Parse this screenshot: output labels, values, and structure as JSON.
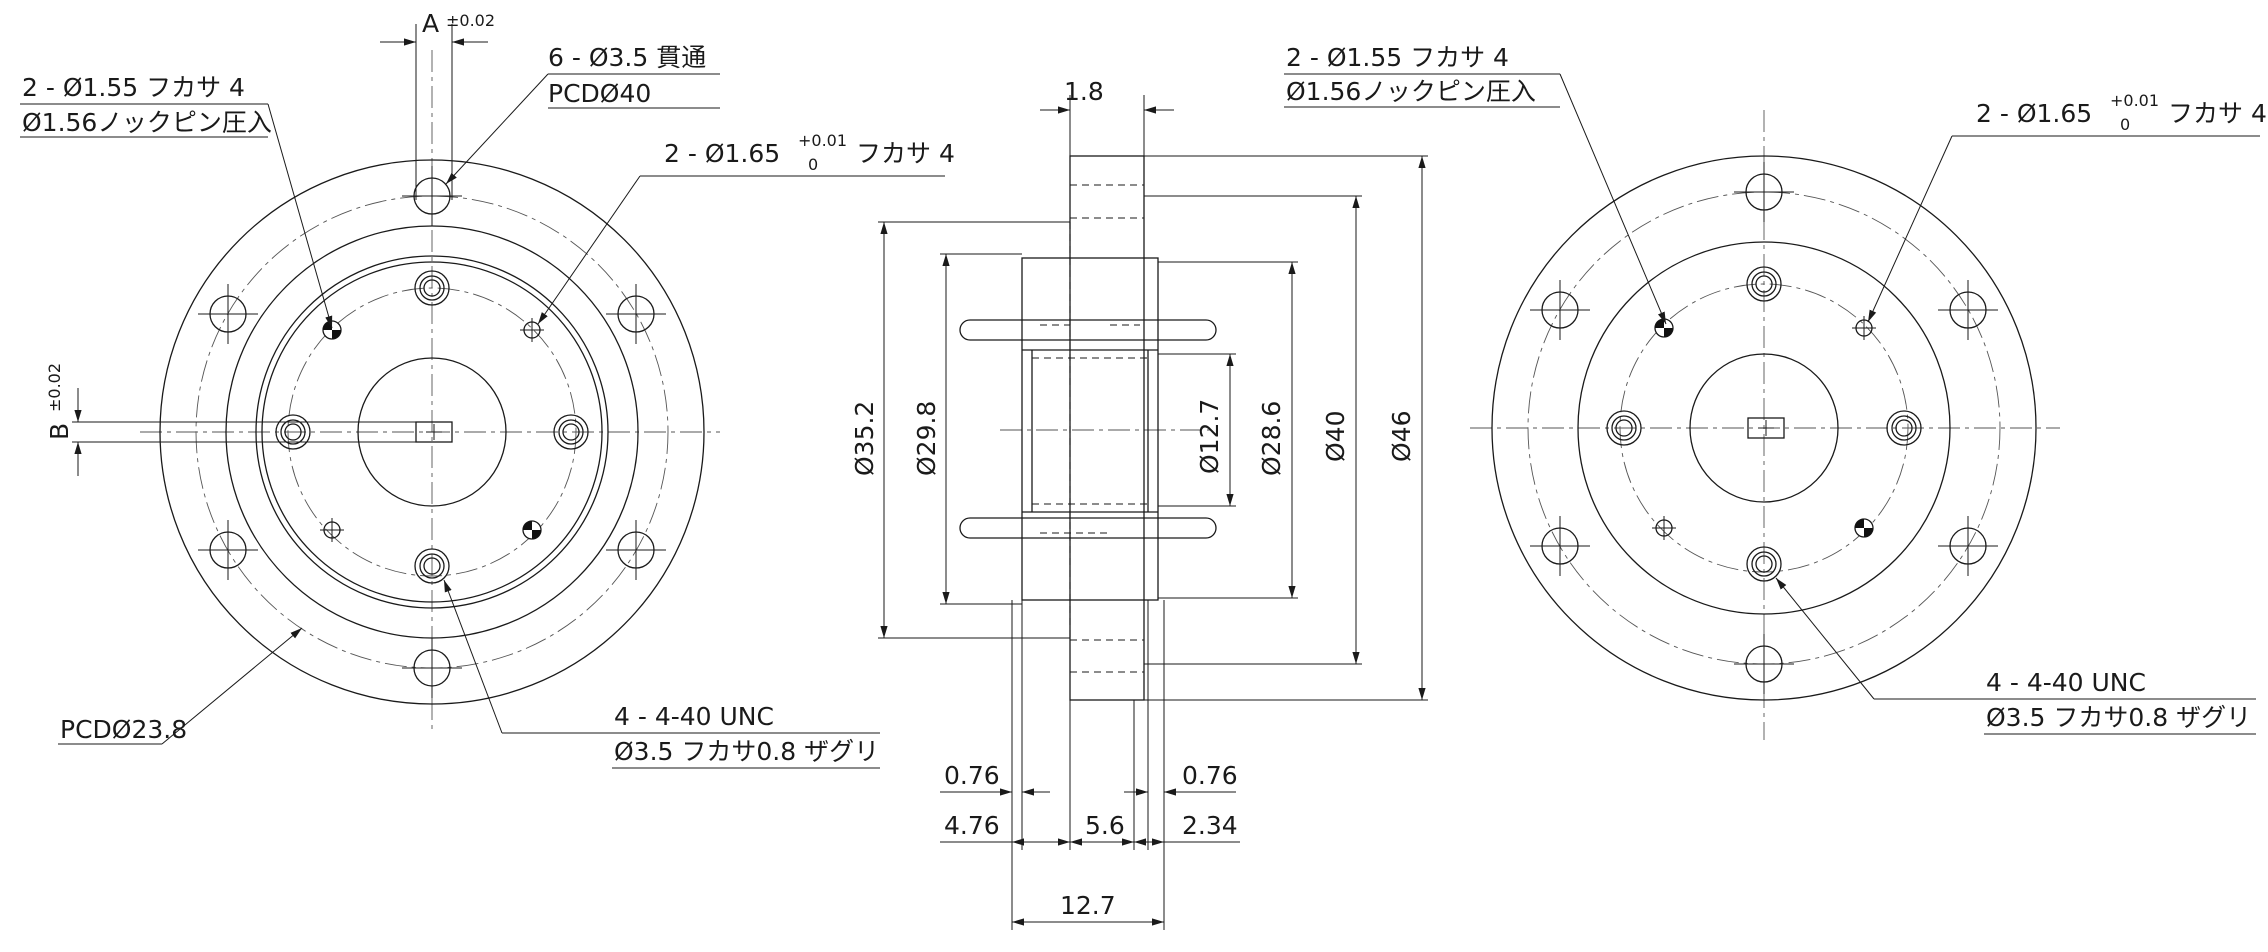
{
  "left_view": {
    "label_a": "A",
    "tol_a": "±0.02",
    "label_b": "B",
    "tol_b": "±0.02",
    "pin_hole_line1": "2 - Ø1.55 フカサ 4",
    "pin_hole_line2": "Ø1.56ノックピン圧入",
    "through_hole_line1": "6 - Ø3.5 貫通",
    "through_hole_line2": "PCDØ40",
    "small_hole_prefix": "2 - Ø1.65",
    "small_hole_tol_upper": "+0.01",
    "small_hole_tol_lower": "0",
    "small_hole_suffix": "フカサ 4",
    "pcd": "PCDØ23.8",
    "tap_line1": "4 - 4-40 UNC",
    "tap_line2": "Ø3.5  フカサ0.8  ザグリ"
  },
  "side_view": {
    "dim_top": "1.8",
    "dim_d352": "Ø35.2",
    "dim_d298": "Ø29.8",
    "dim_d127": "Ø12.7",
    "dim_d286": "Ø28.6",
    "dim_d40": "Ø40",
    "dim_d46": "Ø46",
    "dim_076_left": "0.76",
    "dim_076_right": "0.76",
    "dim_476": "4.76",
    "dim_56": "5.6",
    "dim_234": "2.34",
    "dim_127_bottom": "12.7"
  },
  "right_view": {
    "pin_hole_line1": "2 - Ø1.55 フカサ 4",
    "pin_hole_line2": "Ø1.56ノックピン圧入",
    "small_hole_prefix": "2 - Ø1.65",
    "small_hole_tol_upper": "+0.01",
    "small_hole_tol_lower": "0",
    "small_hole_suffix": "フカサ 4",
    "tap_line1": "4 - 4-40 UNC",
    "tap_line2": "Ø3.5  フカサ0.8  ザグリ"
  }
}
